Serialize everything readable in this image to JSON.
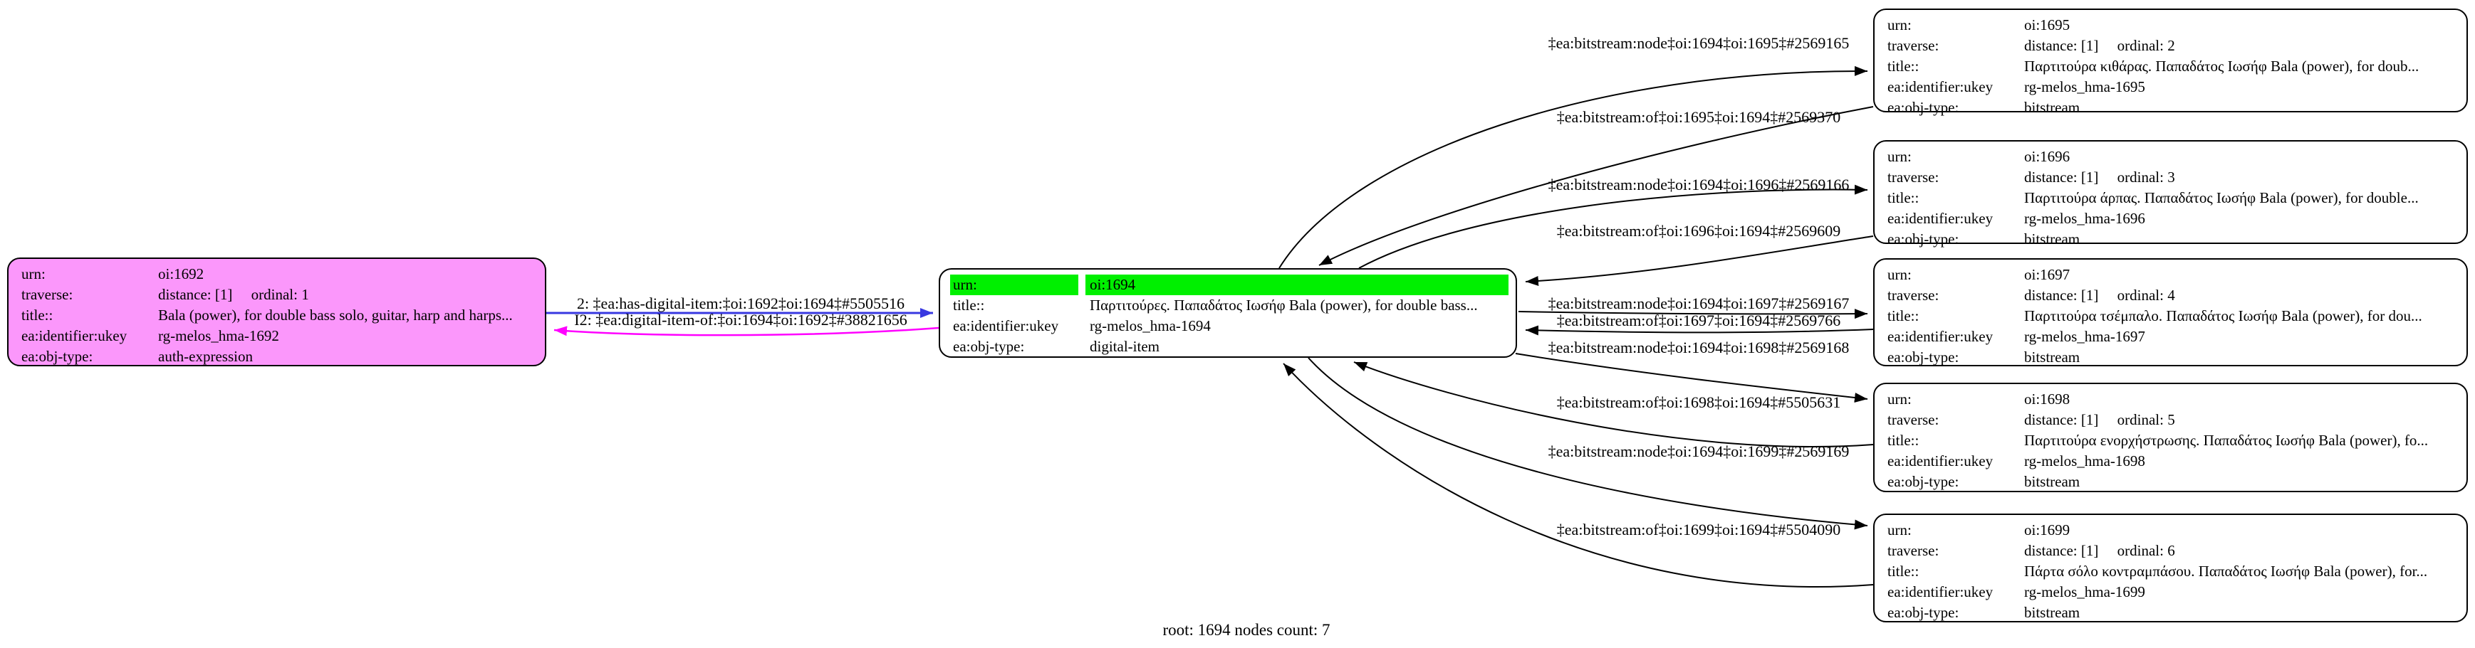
{
  "graph": {
    "caption": "root: 1694 nodes count: 7",
    "colors": {
      "background": "#ffffff",
      "node_border": "#000000",
      "root_fill": "#FB97FB",
      "highlight": "#00F000",
      "blue": "#3838E0",
      "magenta": "#FF00FF",
      "black": "#000000"
    },
    "nodes": [
      {
        "id": "oi1692",
        "fill": "#FB97FB",
        "highlight_row": null,
        "rows": [
          {
            "label": "urn:",
            "value": "oi:1692"
          },
          {
            "label": "traverse:",
            "value": "distance: [1]     ordinal: 1"
          },
          {
            "label": "title::",
            "value": "Bala (power), for double bass solo, guitar, harp and harps..."
          },
          {
            "label": "ea:identifier:ukey",
            "value": "rg-melos_hma-1692"
          },
          {
            "label": "ea:obj-type:",
            "value": "auth-expression"
          }
        ]
      },
      {
        "id": "oi1694",
        "fill": "#ffffff",
        "highlight_row": 0,
        "rows": [
          {
            "label": "urn:",
            "value": "oi:1694"
          },
          {
            "label": "title::",
            "value": "Παρτιτούρες. Παπαδάτος Ιωσήφ Bala (power), for double bass..."
          },
          {
            "label": "ea:identifier:ukey",
            "value": "rg-melos_hma-1694"
          },
          {
            "label": "ea:obj-type:",
            "value": "digital-item"
          }
        ]
      },
      {
        "id": "oi1695",
        "fill": "#ffffff",
        "highlight_row": null,
        "rows": [
          {
            "label": "urn:",
            "value": "oi:1695"
          },
          {
            "label": "traverse:",
            "value": "distance: [1]     ordinal: 2"
          },
          {
            "label": "title::",
            "value": "Παρτιτούρα κιθάρας. Παπαδάτος Ιωσήφ Bala (power), for doub..."
          },
          {
            "label": "ea:identifier:ukey",
            "value": "rg-melos_hma-1695"
          },
          {
            "label": "ea:obj-type:",
            "value": "bitstream"
          }
        ]
      },
      {
        "id": "oi1696",
        "fill": "#ffffff",
        "highlight_row": null,
        "rows": [
          {
            "label": "urn:",
            "value": "oi:1696"
          },
          {
            "label": "traverse:",
            "value": "distance: [1]     ordinal: 3"
          },
          {
            "label": "title::",
            "value": "Παρτιτούρα άρπας. Παπαδάτος Ιωσήφ Bala (power), for double..."
          },
          {
            "label": "ea:identifier:ukey",
            "value": "rg-melos_hma-1696"
          },
          {
            "label": "ea:obj-type:",
            "value": "bitstream"
          }
        ]
      },
      {
        "id": "oi1697",
        "fill": "#ffffff",
        "highlight_row": null,
        "rows": [
          {
            "label": "urn:",
            "value": "oi:1697"
          },
          {
            "label": "traverse:",
            "value": "distance: [1]     ordinal: 4"
          },
          {
            "label": "title::",
            "value": "Παρτιτούρα τσέμπαλο. Παπαδάτος Ιωσήφ Bala (power), for dou..."
          },
          {
            "label": "ea:identifier:ukey",
            "value": "rg-melos_hma-1697"
          },
          {
            "label": "ea:obj-type:",
            "value": "bitstream"
          }
        ]
      },
      {
        "id": "oi1698",
        "fill": "#ffffff",
        "highlight_row": null,
        "rows": [
          {
            "label": "urn:",
            "value": "oi:1698"
          },
          {
            "label": "traverse:",
            "value": "distance: [1]     ordinal: 5"
          },
          {
            "label": "title::",
            "value": "Παρτιτούρα ενορχήστρωσης. Παπαδάτος Ιωσήφ Bala (power), fo..."
          },
          {
            "label": "ea:identifier:ukey",
            "value": "rg-melos_hma-1698"
          },
          {
            "label": "ea:obj-type:",
            "value": "bitstream"
          }
        ]
      },
      {
        "id": "oi1699",
        "fill": "#ffffff",
        "highlight_row": null,
        "rows": [
          {
            "label": "urn:",
            "value": "oi:1699"
          },
          {
            "label": "traverse:",
            "value": "distance: [1]     ordinal: 6"
          },
          {
            "label": "title::",
            "value": "Πάρτα σόλο κοντραμπάσου. Παπαδάτος Ιωσήφ Bala (power), for..."
          },
          {
            "label": "ea:identifier:ukey",
            "value": "rg-melos_hma-1699"
          },
          {
            "label": "ea:obj-type:",
            "value": "bitstream"
          }
        ]
      }
    ],
    "edges": [
      {
        "id": "has-digital-item",
        "color": "blue",
        "label": "2: ‡ea:has-digital-item:‡oi:1692‡oi:1694‡#5505516"
      },
      {
        "id": "digital-item-of",
        "color": "magenta",
        "label": "I2: ‡ea:digital-item-of:‡oi:1694‡oi:1692‡#38821656"
      },
      {
        "id": "bitstream-node-1695",
        "color": "black",
        "label": "‡ea:bitstream:node‡oi:1694‡oi:1695‡#2569165"
      },
      {
        "id": "bitstream-of-1695",
        "color": "black",
        "label": "‡ea:bitstream:of‡oi:1695‡oi:1694‡#2569370"
      },
      {
        "id": "bitstream-node-1696",
        "color": "black",
        "label": "‡ea:bitstream:node‡oi:1694‡oi:1696‡#2569166"
      },
      {
        "id": "bitstream-of-1696",
        "color": "black",
        "label": "‡ea:bitstream:of‡oi:1696‡oi:1694‡#2569609"
      },
      {
        "id": "bitstream-node-1697",
        "color": "black",
        "label": "‡ea:bitstream:node‡oi:1694‡oi:1697‡#2569167"
      },
      {
        "id": "bitstream-of-1697",
        "color": "black",
        "label": "‡ea:bitstream:of‡oi:1697‡oi:1694‡#2569766"
      },
      {
        "id": "bitstream-node-1698",
        "color": "black",
        "label": "‡ea:bitstream:node‡oi:1694‡oi:1698‡#2569168"
      },
      {
        "id": "bitstream-of-1698",
        "color": "black",
        "label": "‡ea:bitstream:of‡oi:1698‡oi:1694‡#5505631"
      },
      {
        "id": "bitstream-node-1699",
        "color": "black",
        "label": "‡ea:bitstream:node‡oi:1694‡oi:1699‡#2569169"
      },
      {
        "id": "bitstream-of-1699",
        "color": "black",
        "label": "‡ea:bitstream:of‡oi:1699‡oi:1694‡#5504090"
      }
    ]
  }
}
